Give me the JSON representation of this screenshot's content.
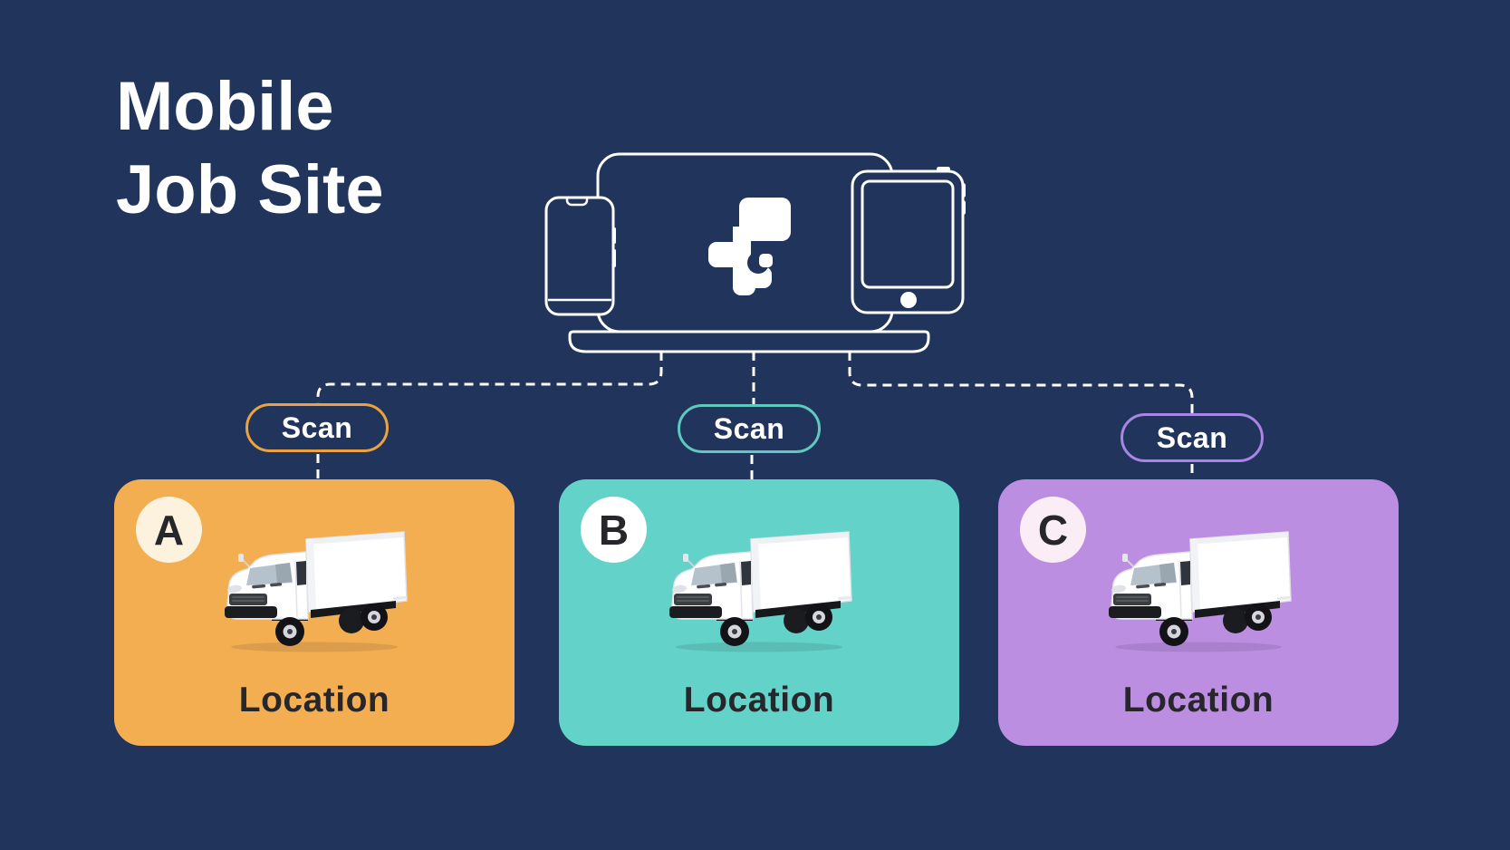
{
  "colors": {
    "background": "#21345C",
    "line_white": "#FFFFFF",
    "dark_text": "#26262B"
  },
  "title": {
    "line1": "Mobile",
    "line2": "Job Site"
  },
  "branches": [
    {
      "scan_label": "Scan",
      "letter": "A",
      "location_label": "Location",
      "card_color": "#F3AE52",
      "pill_border": "#ECA23F",
      "badge_bg": "#FCF2DD"
    },
    {
      "scan_label": "Scan",
      "letter": "B",
      "location_label": "Location",
      "card_color": "#63D2C8",
      "pill_border": "#5FC9C0",
      "badge_bg": "#FFFFFF"
    },
    {
      "scan_label": "Scan",
      "letter": "C",
      "location_label": "Location",
      "card_color": "#BC8EE2",
      "pill_border": "#AA85E8",
      "badge_bg": "#FAEDF6"
    }
  ]
}
